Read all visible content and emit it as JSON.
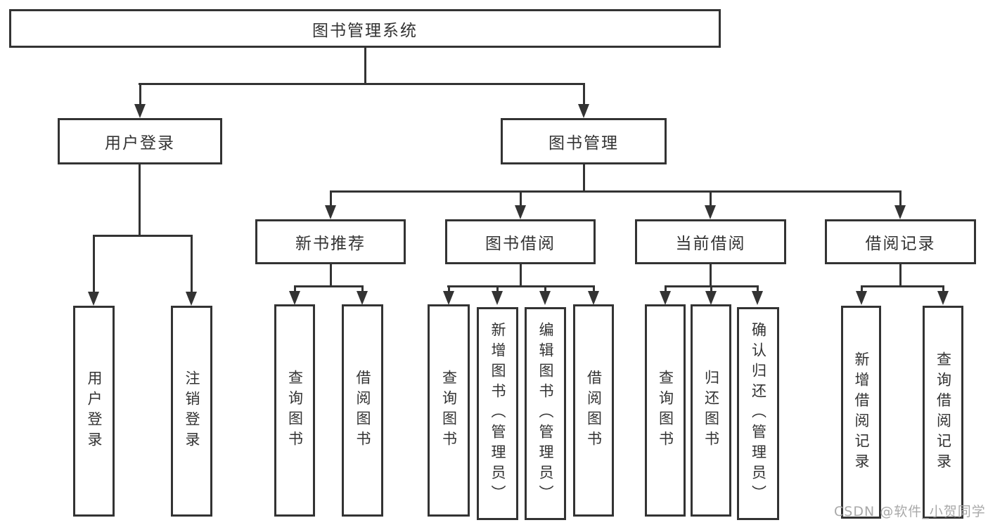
{
  "diagram": {
    "root": {
      "label": "图书管理系统"
    },
    "branches": [
      {
        "label": "用户登录",
        "leaves": [
          "用户登录",
          "注销登录"
        ]
      },
      {
        "label": "图书管理",
        "children": [
          {
            "label": "新书推荐",
            "leaves": [
              "查询图书",
              "借阅图书"
            ]
          },
          {
            "label": "图书借阅",
            "leaves": [
              "查询图书",
              "新增图书（管理员）",
              "编辑图书（管理员）",
              "借阅图书"
            ]
          },
          {
            "label": "当前借阅",
            "leaves": [
              "查询图书",
              "归还图书",
              "确认归还（管理员）"
            ]
          },
          {
            "label": "借阅记录",
            "leaves": [
              "新增借阅记录",
              "查询借阅记录"
            ]
          }
        ]
      }
    ],
    "watermark": "CSDN @软件_小贺同学",
    "colors": {
      "line": "#333333",
      "text": "#333333",
      "background": "#ffffff",
      "watermark": "#a9a9a9"
    }
  }
}
